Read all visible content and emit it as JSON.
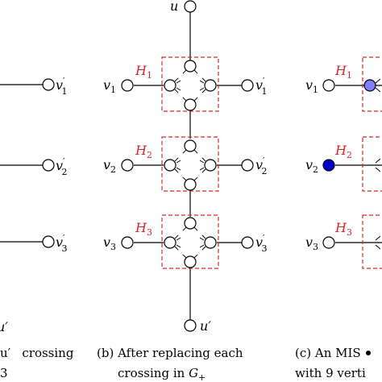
{
  "colors": {
    "gadget_box": "#d62728",
    "gadget_label": "#d62728",
    "mis_light": "#8080ff",
    "mis_dark": "#0000cc",
    "edge": "#000000",
    "node_fill": "#ffffff"
  },
  "panel_a": {
    "rows": [
      {
        "right": "v",
        "right_sub": "1",
        "prime": "′"
      },
      {
        "right": "v",
        "right_sub": "2",
        "prime": "′"
      },
      {
        "right": "v",
        "right_sub": "3",
        "prime": "′"
      }
    ],
    "bottom_label": "u′",
    "caption_line1": "u′   crossing",
    "caption_line2": "3"
  },
  "panel_b": {
    "top_node": "u",
    "bottom_node": "u′",
    "gadgets": [
      {
        "name": "H",
        "sub": "1",
        "left": "v",
        "left_sub": "1",
        "right": "v",
        "right_sub": "1"
      },
      {
        "name": "H",
        "sub": "2",
        "left": "v",
        "left_sub": "2",
        "right": "v",
        "right_sub": "2"
      },
      {
        "name": "H",
        "sub": "3",
        "left": "v",
        "left_sub": "3",
        "right": "v",
        "right_sub": "3"
      }
    ],
    "caption_line1": "(b) After replacing each",
    "caption_line2_pre": "crossing in ",
    "caption_line2_var": "G",
    "caption_line2_sub": "+"
  },
  "panel_c": {
    "rows": [
      {
        "gadget": "H",
        "gadget_sub": "1",
        "left": "v",
        "left_sub": "1",
        "left_selected": false,
        "inner_selected": true
      },
      {
        "gadget": "H",
        "gadget_sub": "2",
        "left": "v",
        "left_sub": "2",
        "left_selected": true,
        "inner_selected": false
      },
      {
        "gadget": "H",
        "gadget_sub": "3",
        "left": "v",
        "left_sub": "3",
        "left_selected": false,
        "inner_selected": false
      }
    ],
    "caption_line1": "(c) An MIS",
    "caption_line2": "with 9 verti"
  }
}
